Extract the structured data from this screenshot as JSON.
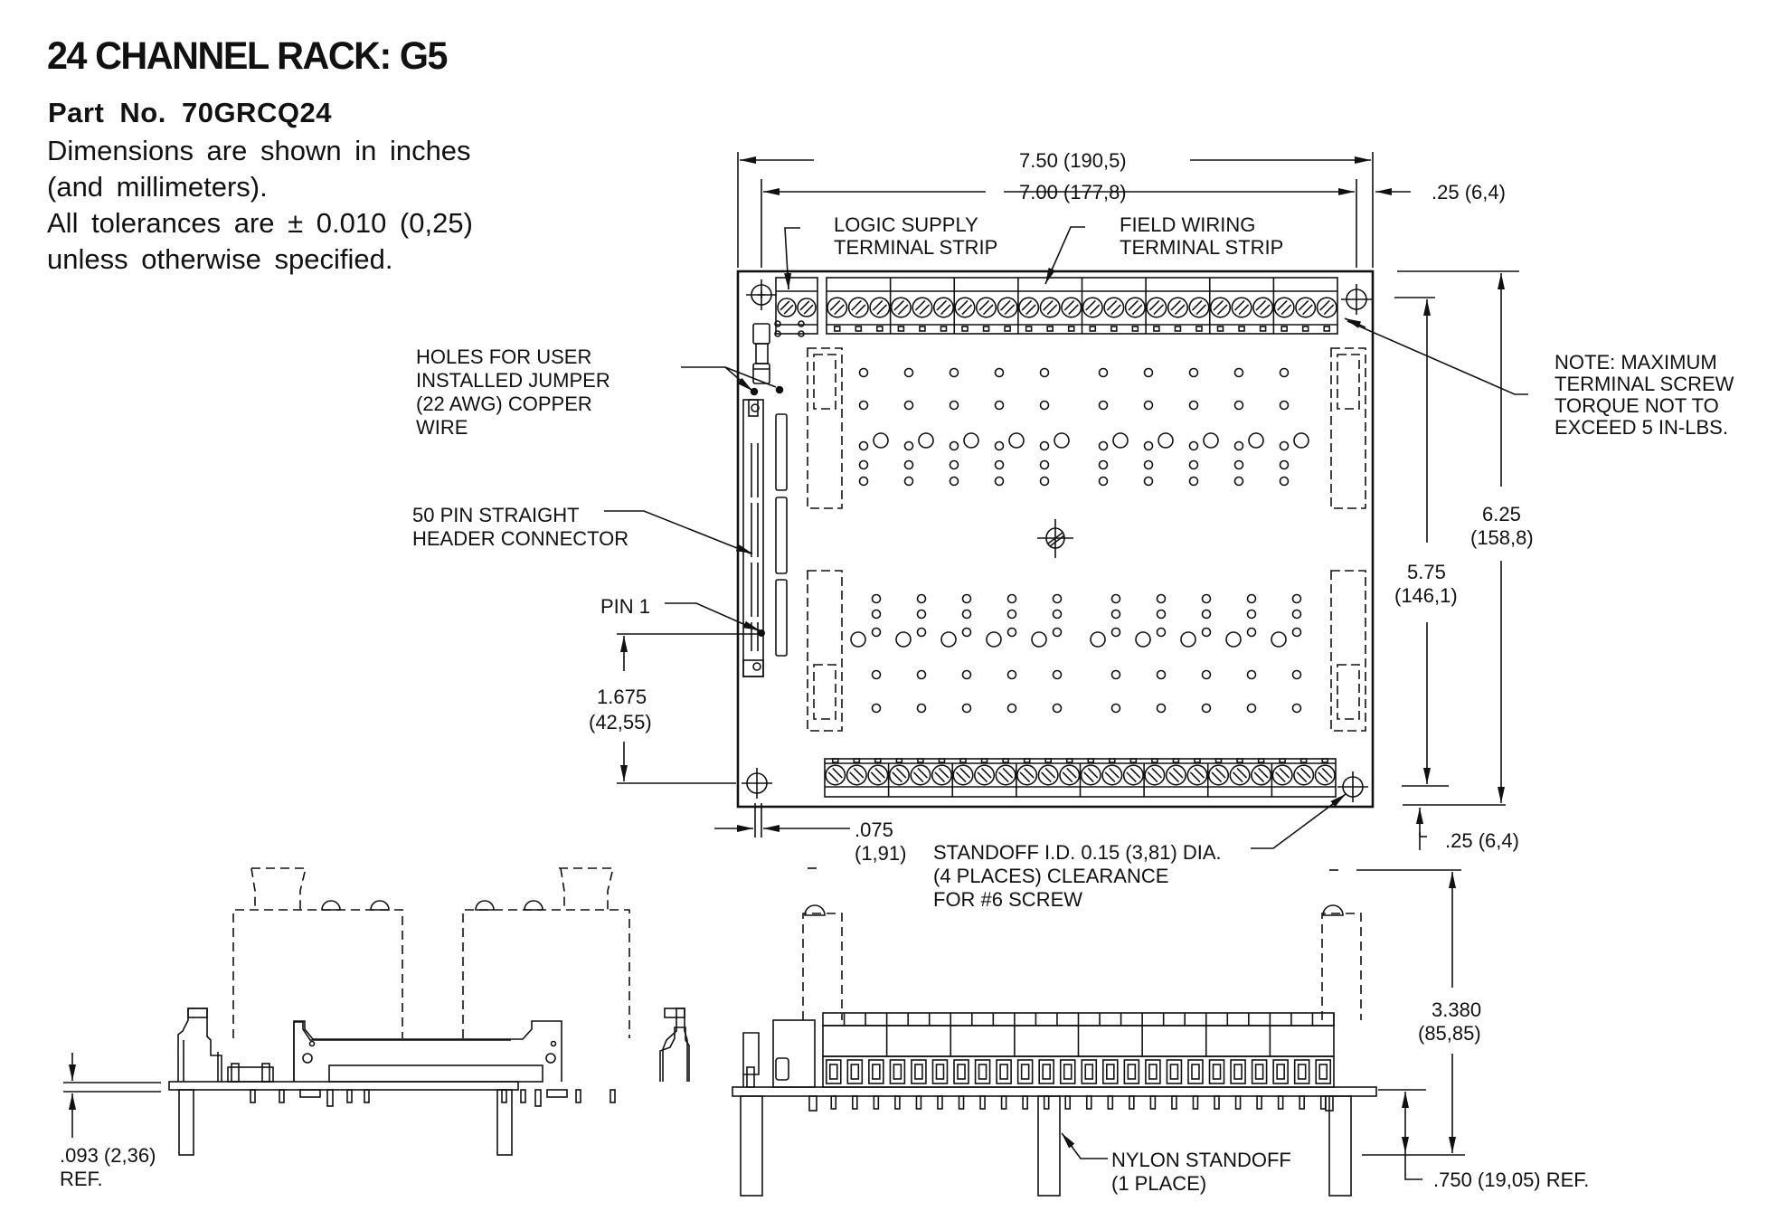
{
  "header": {
    "title": "24 CHANNEL RACK: G5",
    "part_number": "Part  No.  70GRCQ24",
    "notes": [
      "Dimensions are shown in inches",
      "(and millimeters).",
      "All tolerances are ± 0.010 (0,25)",
      "unless otherwise specified."
    ]
  },
  "dimensions": {
    "overall_width": "7.50 (190,5)",
    "mount_width": "7.00 (177,8)",
    "edge_offset_top_right": ".25 (6,4)",
    "overall_height_in": "6.25",
    "overall_height_mm": "(158,8)",
    "mount_height_in": "5.75",
    "mount_height_mm": "(146,1)",
    "edge_offset_bottom": ".25 (6,4)",
    "pin1_offset_in": "1.675",
    "pin1_offset_mm": "(42,55)",
    "board_gap_in": ".075",
    "board_gap_mm": "(1,91)",
    "pcb_thickness": ".093 (2,36)",
    "pcb_thickness_ref": "REF.",
    "height_in": "3.380",
    "height_mm": "(85,85)",
    "standoff_height": ".750 (19,05) REF."
  },
  "callouts": {
    "logic_supply": [
      "LOGIC SUPPLY",
      "TERMINAL STRIP"
    ],
    "field_wiring": [
      "FIELD WIRING",
      "TERMINAL STRIP"
    ],
    "jumper_holes": [
      "HOLES FOR USER",
      "INSTALLED JUMPER",
      "(22 AWG) COPPER",
      "WIRE"
    ],
    "header_connector": [
      "50 PIN STRAIGHT",
      "HEADER CONNECTOR"
    ],
    "pin1": "PIN 1",
    "torque_note": [
      "NOTE: MAXIMUM",
      "TERMINAL SCREW",
      "TORQUE NOT TO",
      "EXCEED 5 IN-LBS."
    ],
    "standoff_id": [
      "STANDOFF I.D. 0.15 (3,81) DIA.",
      "(4 PLACES) CLEARANCE",
      "FOR #6 SCREW"
    ],
    "nylon_standoff": [
      "NYLON STANDOFF",
      "(1 PLACE)"
    ]
  },
  "board": {
    "channels": 24,
    "terminal_groups": 8,
    "terminals_per_group": 3,
    "logic_terminals": 2,
    "sockets_per_row": 10
  }
}
